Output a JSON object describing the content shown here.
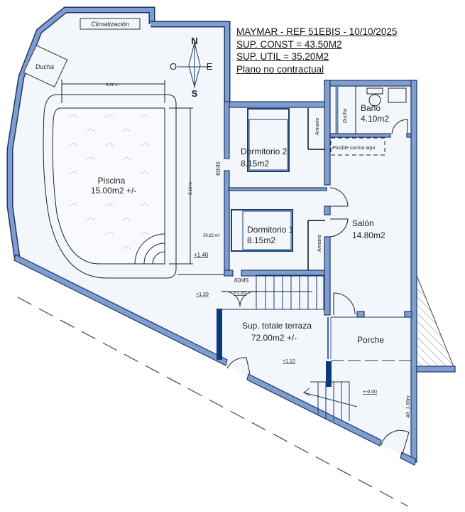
{
  "header": {
    "title": "MAYMAR - REF 51EBIS - 10/10/2025",
    "sup_const": "SUP. CONST = 43.50M2",
    "sup_util": "SUP. UTIL = 35.20M2",
    "note": "Plano no contractual"
  },
  "compass": {
    "n": "N",
    "s": "S",
    "e": "E",
    "o": "O"
  },
  "rooms": {
    "climatizacion": "Climatización",
    "ducha_pool": "Ducha",
    "piscina": {
      "name": "Piscina",
      "area": "15.00m2 +/-"
    },
    "dormitorio2": {
      "name": "Dormitorio 2",
      "area": "8.15m2"
    },
    "dormitorio1": {
      "name": "Dormitorio 1",
      "area": "8.15m2"
    },
    "armario": "Armario",
    "bano": {
      "name": "Baño",
      "area": "4.10m2"
    },
    "ducha_bano": "Ducha",
    "cocina": "Posible cocina aqui",
    "salon": {
      "name": "Salón",
      "area": "14.80m2"
    },
    "terraza": {
      "name": "Sup. totale terraza",
      "area": "72.00m2 +/-"
    },
    "porche": "Porche"
  },
  "dimensions": {
    "pool_width": "3,41 m",
    "pool_length": "5,16 m",
    "area_note": "56,62 m²",
    "window": "60/45",
    "alt": "Alt. 1.80m"
  },
  "levels": {
    "l140": "+1.40",
    "l130": "+1.30",
    "l120": "+1.20",
    "l110": "+1.10",
    "l000": "+-0.00"
  },
  "colors": {
    "wall": "#7f9dd1",
    "wall_stroke": "#1f3766",
    "floor": "#f3f7fc",
    "dark": "#0a3a7a"
  }
}
